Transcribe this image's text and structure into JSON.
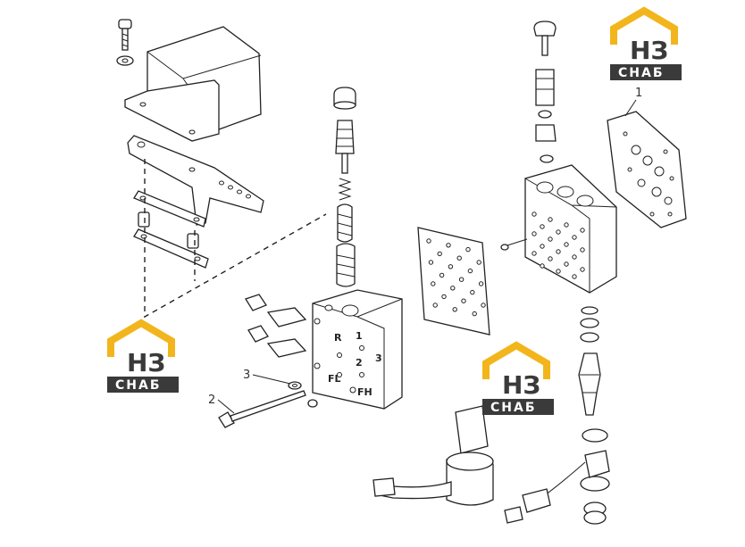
{
  "callouts": {
    "c1": "1",
    "c2": "2",
    "c3": "3"
  },
  "engravings": {
    "r": "R",
    "one": "1",
    "two": "2",
    "three": "3",
    "fl": "FL",
    "fh": "FH"
  },
  "logo": {
    "letters": "НЗ",
    "word": "СНАБ"
  },
  "colors": {
    "logo_yellow": "#F2B51C",
    "logo_dark": "#3A3A3A",
    "line": "#222222"
  }
}
